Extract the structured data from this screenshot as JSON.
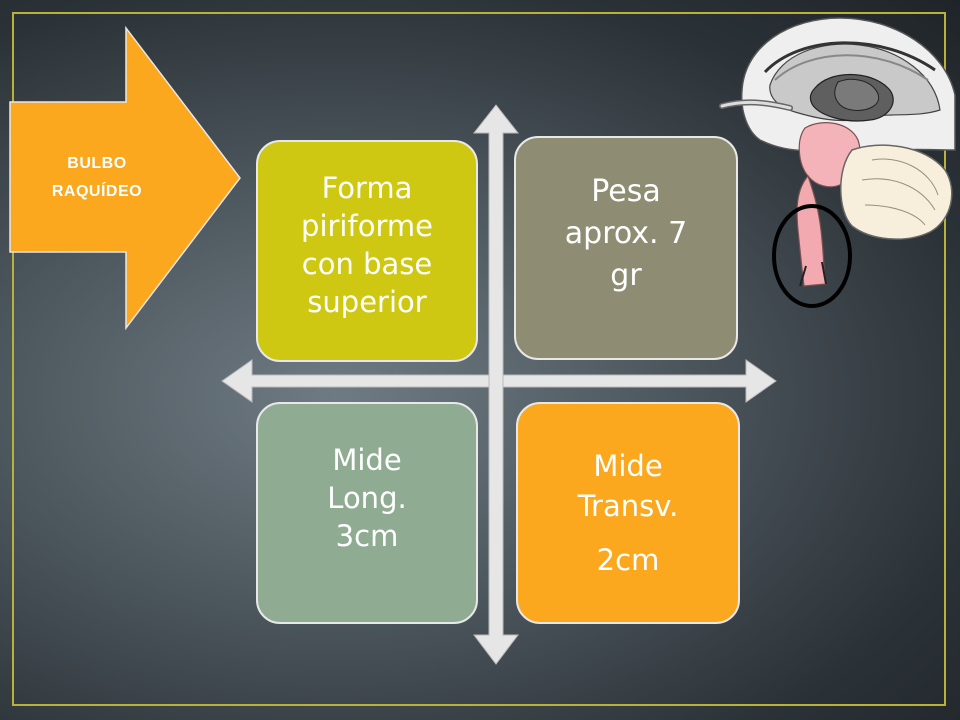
{
  "banner": {
    "line1": "BULBO",
    "line2": "RAQUÍDEO",
    "color": "#fba81f"
  },
  "quadrants": {
    "top_left": {
      "lines": [
        "Forma",
        "piriforme",
        "con base",
        "superior"
      ],
      "color": "#cfc812"
    },
    "top_right": {
      "lines": [
        "Pesa",
        "aprox. 7",
        "gr"
      ],
      "color": "#8e8d74"
    },
    "bottom_left": {
      "lines": [
        "Mide",
        "Long.",
        "3cm"
      ],
      "color": "#8fac93"
    },
    "bottom_right": {
      "lines": [
        "Mide",
        "Transv."
      ],
      "extra": "2cm",
      "color": "#fba81f"
    }
  },
  "illustration": {
    "icon": "brain-sagittal-illustration"
  },
  "colors": {
    "frame": "#b8b23a",
    "axis": "#e6e6e6"
  }
}
